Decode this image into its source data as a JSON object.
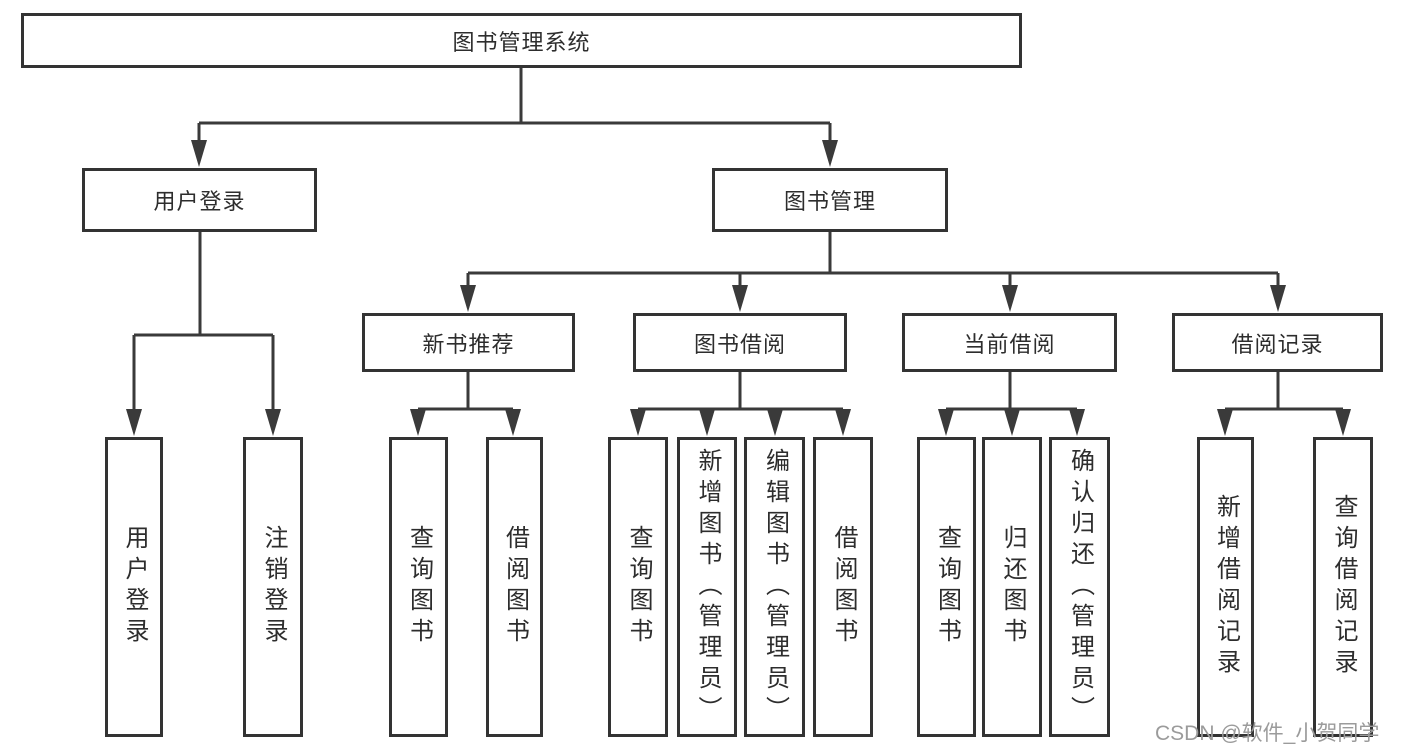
{
  "colors": {
    "line": "#3a3a3a",
    "box_border": "#333333",
    "text": "#2d2d2d",
    "background": "#ffffff",
    "watermark_color": "#9b9b9b"
  },
  "nodes": {
    "root": {
      "label": "图书管理系统"
    },
    "user_login": {
      "label": "用户登录",
      "children": [
        {
          "label": "用户登录"
        },
        {
          "label": "注销登录"
        }
      ]
    },
    "book_mgmt": {
      "label": "图书管理",
      "children": [
        {
          "label": "新书推荐",
          "children": [
            {
              "label": "查询图书"
            },
            {
              "label": "借阅图书"
            }
          ]
        },
        {
          "label": "图书借阅",
          "children": [
            {
              "label": "查询图书"
            },
            {
              "label": "新增图书（管理员）"
            },
            {
              "label": "编辑图书（管理员）"
            },
            {
              "label": "借阅图书"
            }
          ]
        },
        {
          "label": "当前借阅",
          "children": [
            {
              "label": "查询图书"
            },
            {
              "label": "归还图书"
            },
            {
              "label": "确认归还（管理员）"
            }
          ]
        },
        {
          "label": "借阅记录",
          "children": [
            {
              "label": "新增借阅记录"
            },
            {
              "label": "查询借阅记录"
            }
          ]
        }
      ]
    }
  },
  "watermark": {
    "text": "CSDN @软件_小贺同学"
  }
}
